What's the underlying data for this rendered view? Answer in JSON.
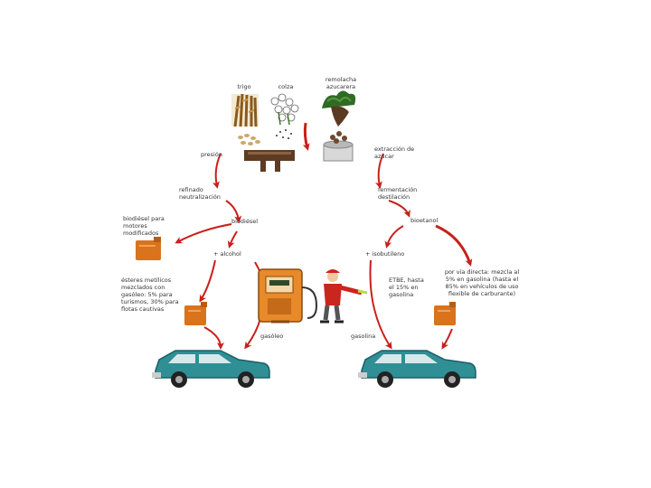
{
  "labels": {
    "trigo": "trigo",
    "colza": "colza",
    "remolacha": "remolacha azucarera",
    "presion": "presión",
    "extraccion": "extracción de azúcar",
    "refinado": "refinado neutralización",
    "fermentacion": "fermentación destilación",
    "biodiesel_motores": "biodiésel para motores modificados",
    "biodiesel": "biodiésel",
    "bioetanol": "bioetanol",
    "alcohol": "+ alcohol",
    "isobutileno": "+ isobutileno",
    "esteres": "ésteres metílicos mezclados con gasóleo: 5% para turismos, 30% para flotas cautivas",
    "etbe": "ETBE, hasta el 15% en gasolina",
    "gasolina_mezcla": "por vía directa: mezcla al 5% en gasolina (hasta el 85% en vehículos de uso flexible de carburante)",
    "gasoleo": "gasóleo",
    "gasolina": "gasolina"
  },
  "colors": {
    "arrow": "#c8201a",
    "car_body": "#2f8f95",
    "car_dark": "#1d5f66",
    "can": "#d9731c",
    "pump": "#e88a2a",
    "worker_shirt": "#c9261e"
  },
  "icons": [
    "wheat-icon",
    "rapeseed-icon",
    "sugar-beet-icon",
    "press-icon",
    "sugar-extraction-icon",
    "fuel-can-icon",
    "fuel-pump-icon",
    "pump-attendant-icon",
    "car-icon"
  ]
}
